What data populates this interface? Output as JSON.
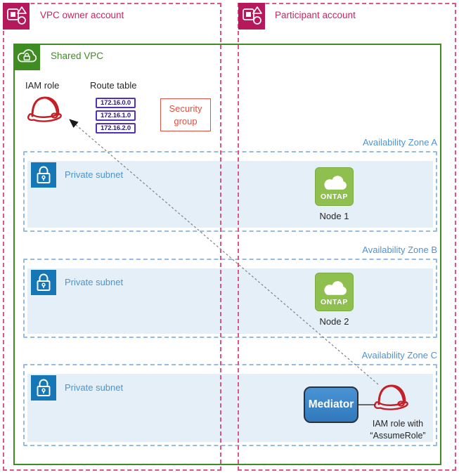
{
  "accounts": {
    "owner": {
      "label": "VPC owner account"
    },
    "participant": {
      "label": "Participant account"
    }
  },
  "vpc": {
    "label": "Shared VPC"
  },
  "iam_role": {
    "label": "IAM role"
  },
  "route_table": {
    "label": "Route table",
    "entries": [
      "172.16.0.0",
      "172.16.1.0",
      "172.16.2.0"
    ]
  },
  "security_group": {
    "label": "Security group"
  },
  "zones": [
    {
      "label": "Availability Zone A",
      "subnet_label": "Private subnet",
      "node": {
        "icon_label": "ONTAP",
        "label": "Node 1"
      }
    },
    {
      "label": "Availability Zone B",
      "subnet_label": "Private subnet",
      "node": {
        "icon_label": "ONTAP",
        "label": "Node 2"
      }
    },
    {
      "label": "Availability Zone C",
      "subnet_label": "Private subnet",
      "mediator": {
        "label": "Mediator"
      },
      "iam_role_note": {
        "line1": "IAM role with",
        "line2": "“AssumeRole”"
      }
    }
  ],
  "colors": {
    "account_pink": "#dd5587",
    "account_icon_bg": "#b5195b",
    "account_text": "#cf2265",
    "vpc_green": "#3f8d22",
    "az_border_blue": "#94bce1",
    "az_text_blue": "#4f93d2",
    "subnet_fill": "#e5eff8",
    "subnet_icon_blue": "#1577b6",
    "ontap_green": "#8fbf4f",
    "iam_hat_red": "#c41e26",
    "route_table_purple": "#5030c0",
    "security_group_red": "#e05243",
    "mediator_blue": "#3079bc"
  }
}
